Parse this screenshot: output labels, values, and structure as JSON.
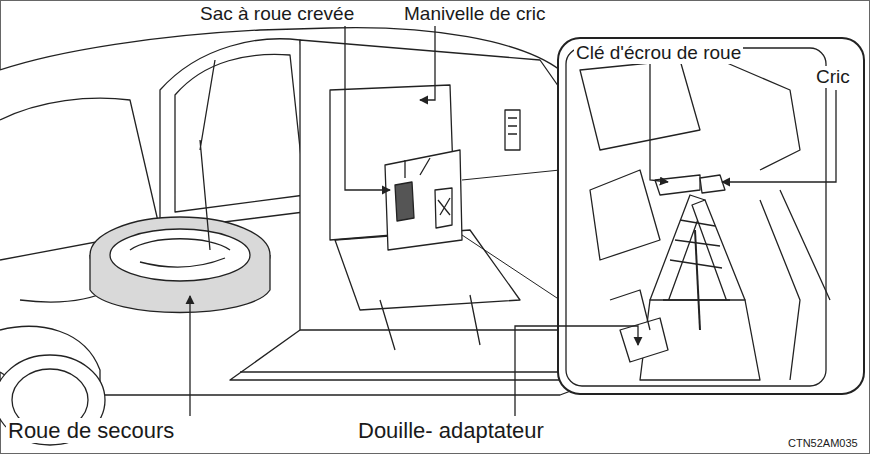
{
  "diagram": {
    "labels": [
      "Sac à roue crevée",
      "Manivelle de cric",
      "Clé d'écrou de roue",
      "Cric",
      "Roue de secours",
      "Douille- adaptateur",
      "CTN52AM035"
    ]
  }
}
